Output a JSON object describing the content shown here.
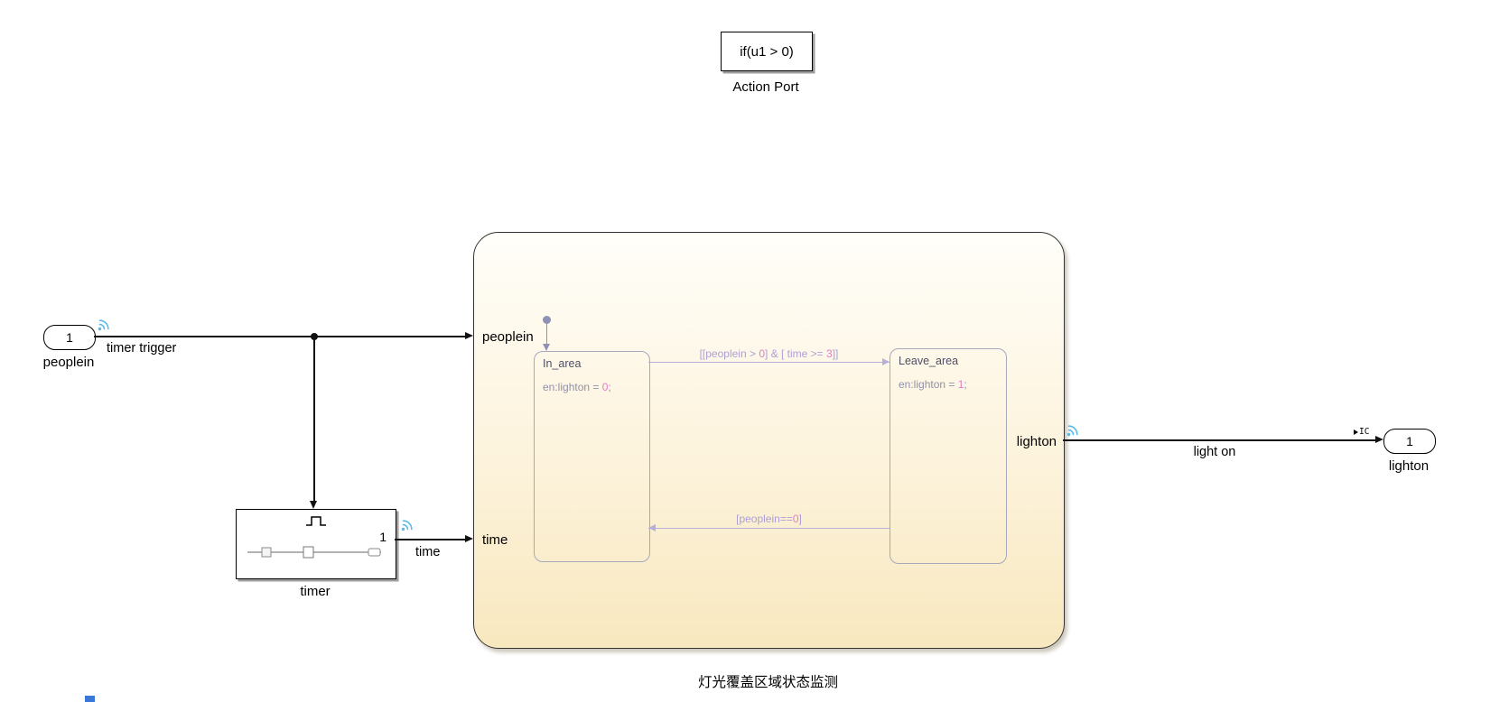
{
  "action_port": {
    "condition": "if(u1 > 0)",
    "label": "Action Port"
  },
  "ports": {
    "inport": {
      "number": "1",
      "label": "peoplein"
    },
    "outport": {
      "number": "1",
      "label": "lighton",
      "ic_badge": "IC"
    }
  },
  "timer": {
    "port_number": "1",
    "label": "timer"
  },
  "annotations": {
    "timer_trigger": "timer trigger",
    "time": "time",
    "light_on": "light on"
  },
  "chart": {
    "title": "灯光覆盖区域状态监测",
    "io": {
      "peoplein": "peoplein",
      "time": "time",
      "lighton": "lighton"
    },
    "states": [
      {
        "name": "In_area",
        "entry": {
          "prefix": "en:lighton = ",
          "value": "0",
          "suffix": ";"
        }
      },
      {
        "name": "Leave_area",
        "entry": {
          "prefix": "en:lighton = ",
          "value": "1",
          "suffix": ";"
        }
      }
    ],
    "transitions": [
      {
        "label": {
          "s0": "[[peoplein > ",
          "v0": "0",
          "s1": "] & [ time >= ",
          "v1": "3",
          "s2": "]]"
        }
      },
      {
        "label": {
          "s0": "[peoplein==",
          "v0": "0",
          "s1": "]"
        }
      }
    ]
  },
  "colors": {
    "chart_fill_top": "#fffef9",
    "chart_fill_bottom": "#f8e8bf",
    "chart_border": "#333333",
    "state_border": "#a8a8bc",
    "state_text": "#9191a8",
    "transition": "#b7aed9",
    "value_highlight": "#e07ec6",
    "default_transition": "#8d90b8",
    "logging_badge": "#5cb9e8",
    "wire": "#111111"
  }
}
